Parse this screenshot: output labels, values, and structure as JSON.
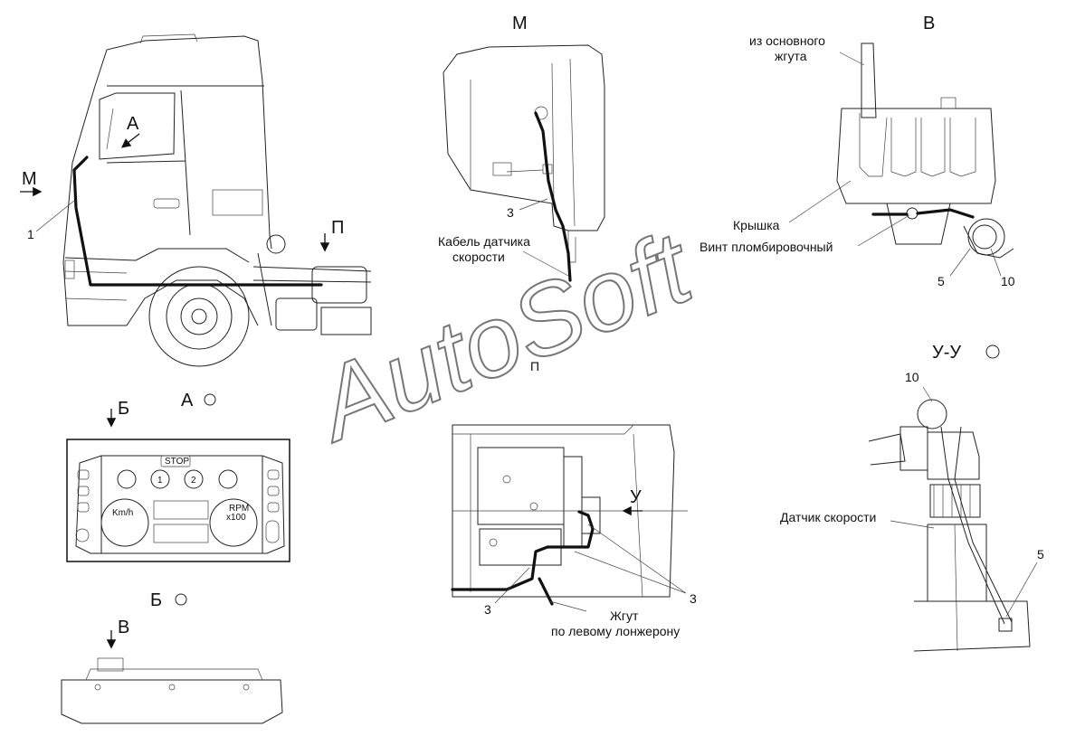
{
  "view_labels": {
    "m_title": "М",
    "m_arrow": "М",
    "v_title": "В",
    "a_arrow": "А",
    "p_arrow": "П",
    "a_section": "А",
    "b_arrow": "Б",
    "b_section": "Б",
    "v_arrow": "В",
    "p_small": "П",
    "u_arrow": "У",
    "uu_section": "У-У"
  },
  "callouts": {
    "n1": "1",
    "n3_m": "3",
    "n3_left": "3",
    "n3_right": "3",
    "n5_v": "5",
    "n10_v": "10",
    "n10_uu": "10",
    "n5_uu": "5"
  },
  "annotations": {
    "speed_cable_line1": "Кабель датчика",
    "speed_cable_line2": "скорости",
    "main_harness_line1": "из основного",
    "main_harness_line2": "жгута",
    "cover": "Крышка",
    "seal_screw": "Винт пломбировочный",
    "harness_line1": "Жгут",
    "harness_line2": "по левому лонжерону",
    "speed_sensor": "Датчик скорости"
  },
  "dashboard": {
    "stop": "STOP",
    "speed_unit": "Km/h",
    "rpm": "RPM",
    "rpm_mult": "x100",
    "gauge1": "1",
    "gauge2": "2"
  },
  "watermark": "AutoSoft"
}
